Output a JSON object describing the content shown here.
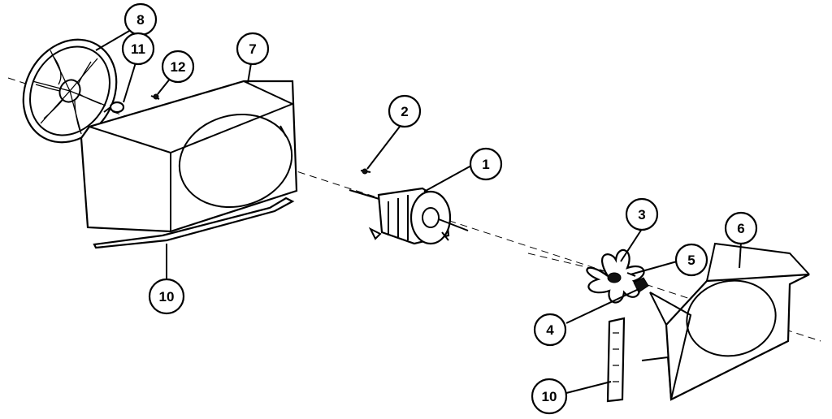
{
  "callouts": {
    "c1": "1",
    "c2": "2",
    "c3": "3",
    "c4": "4",
    "c5": "5",
    "c6": "6",
    "c7": "7",
    "c8": "8",
    "c10a": "10",
    "c10b": "10",
    "c11": "11",
    "c12": "12"
  }
}
